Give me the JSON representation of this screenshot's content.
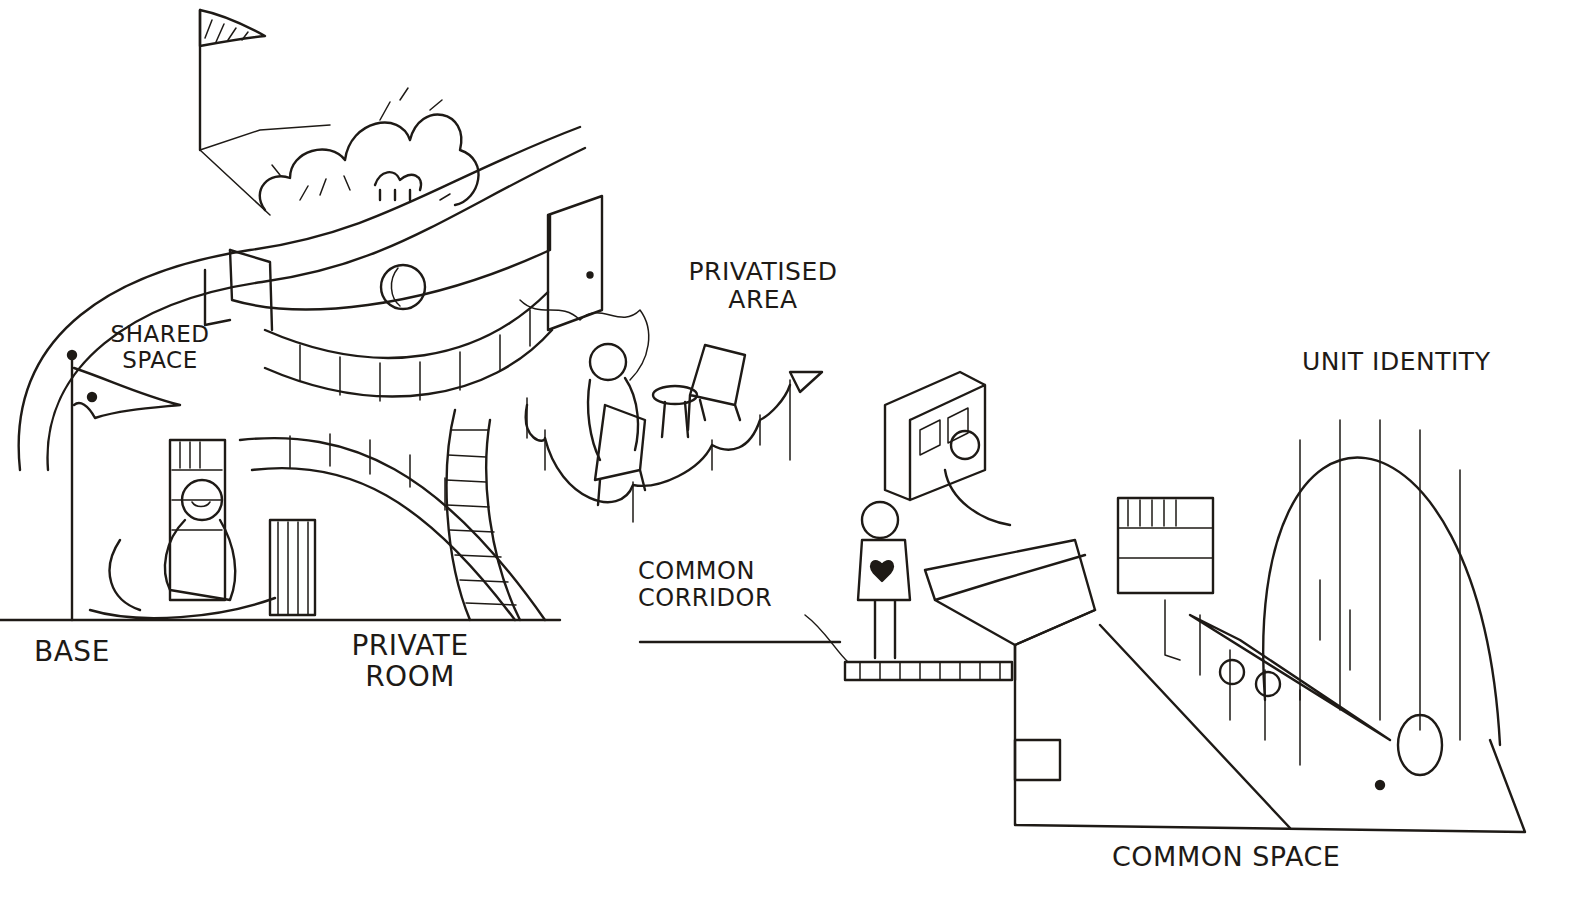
{
  "diagram": {
    "labels": [
      "SHARED SPACE",
      "PRIVATISED AREA",
      "UNIT IDENTITY",
      "BASE",
      "PRIVATE ROOM",
      "COMMON CORRIDOR",
      "COMMON SPACE"
    ]
  }
}
